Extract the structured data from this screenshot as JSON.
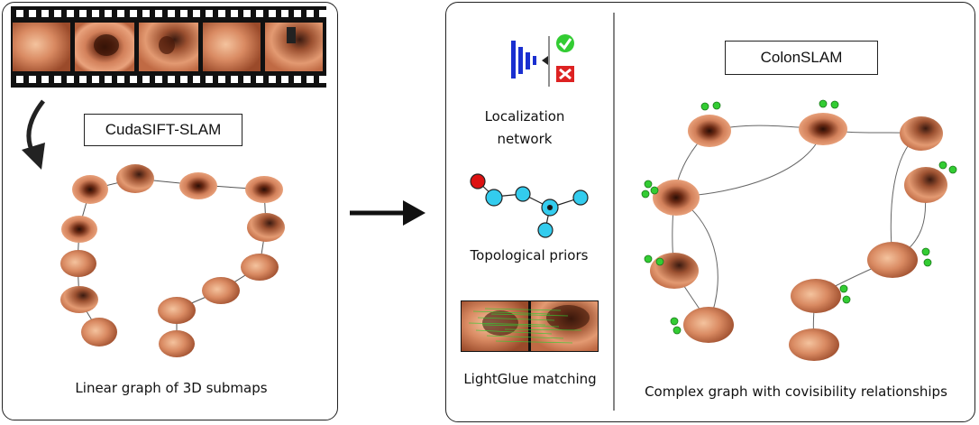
{
  "left_panel": {
    "method_label": "CudaSIFT-SLAM",
    "caption": "Linear graph of 3D submaps"
  },
  "right_panel": {
    "method_label": "ColonSLAM",
    "caption": "Complex graph with covisibility relationships",
    "components": {
      "localization": "Localization\nnetwork",
      "localization_line1": "Localization",
      "localization_line2": "network",
      "topological": "Topological priors",
      "lightglue": "LightGlue matching"
    }
  },
  "colors": {
    "node_cyan": "#33ccee",
    "node_red": "#dd1111",
    "match_green": "#33cc33",
    "reject_red": "#dd2222",
    "network_blue": "#1a2fd0",
    "tissue": "#d98a62"
  }
}
